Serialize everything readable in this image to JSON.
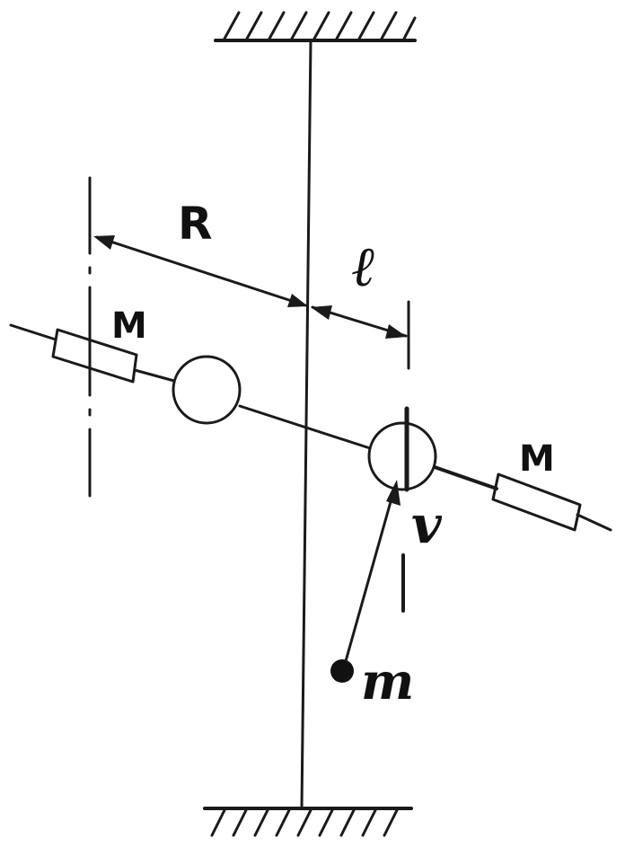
{
  "diagram": {
    "labels": {
      "R": "R",
      "l": "ℓ",
      "M_left": "M",
      "M_right": "M",
      "v": "v",
      "m": "m"
    },
    "colors": {
      "ink": "#1a1a1a",
      "background": "#ffffff"
    }
  }
}
